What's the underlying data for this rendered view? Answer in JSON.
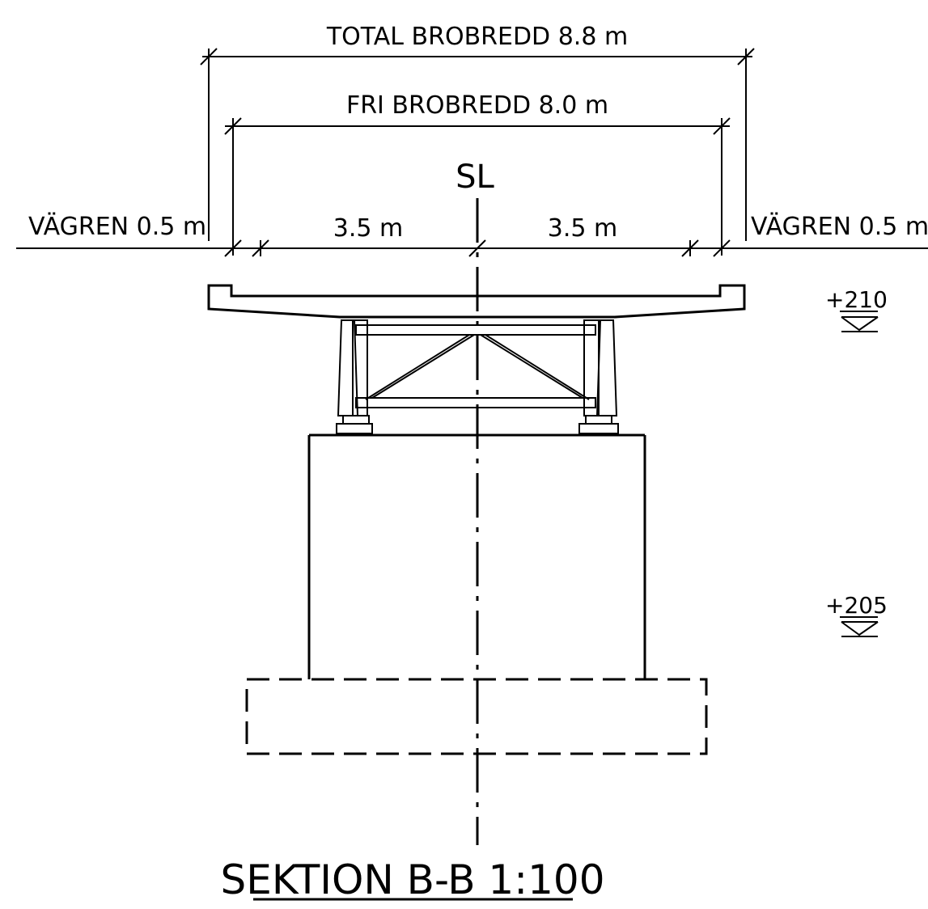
{
  "drawing": {
    "total_width_label": "TOTAL BROBREDD 8.8 m",
    "free_width_label": "FRI BROBREDD 8.0 m",
    "centerline_label": "SL",
    "shoulder_left_label": "VÄGREN 0.5 m",
    "shoulder_right_label": "VÄGREN 0.5 m",
    "lane_left_label": "3.5 m",
    "lane_right_label": "3.5 m",
    "level_top": "+210",
    "level_bottom": "+205",
    "title": "SEKTION B-B 1:100"
  }
}
